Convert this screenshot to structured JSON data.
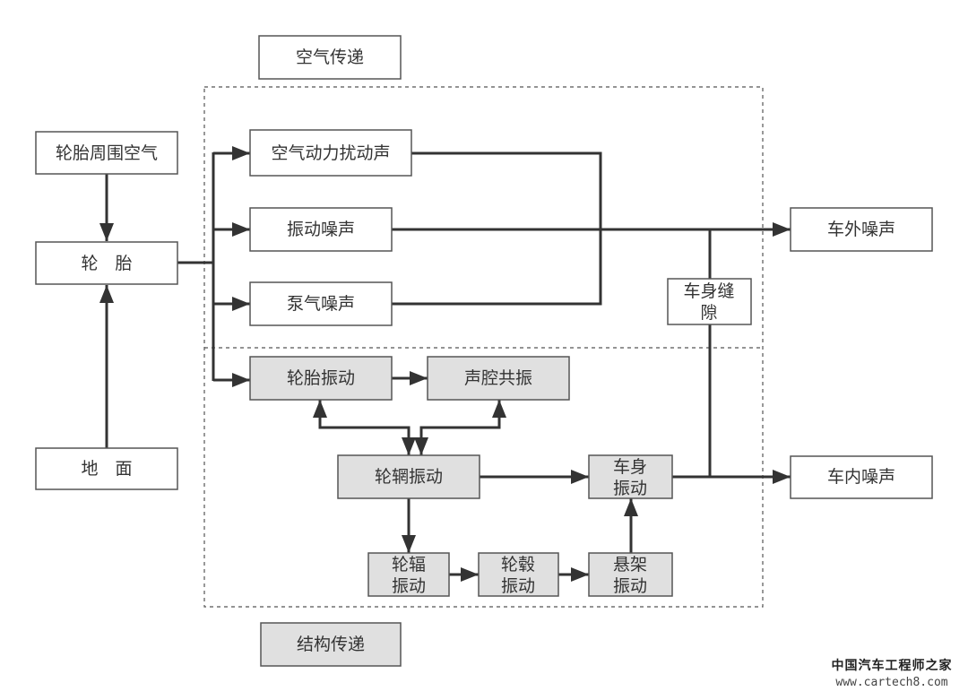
{
  "groups": {
    "air": "空气传递",
    "structure": "结构传递"
  },
  "nodes": {
    "tire_air": "轮胎周围空气",
    "tire": "轮　胎",
    "ground": "地　面",
    "aero": "空气动力扰动声",
    "vib_noise": "振动噪声",
    "pump": "泵气噪声",
    "tire_vib": "轮胎振动",
    "cavity": "声腔共振",
    "rim": "轮辋振动",
    "body_vib_1": "车身",
    "body_vib_2": "振动",
    "spoke_1": "轮辐",
    "spoke_2": "振动",
    "hub_1": "轮毂",
    "hub_2": "振动",
    "susp_1": "悬架",
    "susp_2": "振动",
    "gap_1": "车身缝",
    "gap_2": "隙",
    "exterior": "车外噪声",
    "interior": "车内噪声"
  },
  "watermark": {
    "line1": "中国汽车工程师之家",
    "line2": "www.cartech8.com"
  }
}
